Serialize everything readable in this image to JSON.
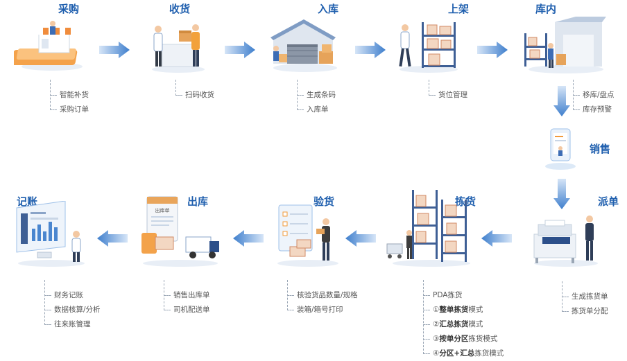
{
  "steps": {
    "purchase": {
      "title": "采购",
      "items": [
        "智能补货",
        "采购订单"
      ]
    },
    "receive": {
      "title": "收货",
      "items": [
        "扫码收货"
      ]
    },
    "inbound": {
      "title": "入库",
      "items": [
        "生成条码",
        "入库单"
      ]
    },
    "shelve": {
      "title": "上架",
      "items": [
        "货位管理"
      ]
    },
    "warehouse": {
      "title": "库内",
      "items": [
        "移库/盘点",
        "库存预警"
      ]
    },
    "sales": {
      "title": "销售"
    },
    "dispatch": {
      "title": "派单",
      "items": [
        "生成拣货单",
        "拣货单分配"
      ]
    },
    "picking": {
      "title": "拣货",
      "items": [
        "PDA拣货"
      ],
      "modes": [
        {
          "num": "①",
          "bold": "整单拣货",
          "rest": "模式"
        },
        {
          "num": "②",
          "bold": "汇总拣货",
          "rest": "模式"
        },
        {
          "num": "③",
          "bold": "按单分区",
          "rest": "拣货模式"
        },
        {
          "num": "④",
          "bold": "分区+汇总",
          "rest": "拣货模式"
        }
      ]
    },
    "inspect": {
      "title": "验货",
      "items": [
        "核验货品数量/规格",
        "装箱/箱号打印"
      ]
    },
    "outbound": {
      "title": "出库",
      "items": [
        "销售出库单",
        "司机配送单"
      ]
    },
    "accounting": {
      "title": "记账",
      "items": [
        "财务记账",
        "数据核算/分析",
        "往来账管理"
      ]
    }
  },
  "labels": {
    "outbound_sheet": "出库单"
  },
  "colors": {
    "title": "#1f5fae",
    "arrow_light": "#c9dcf3",
    "arrow_dark": "#4a86cf",
    "accent_orange": "#f29a3a"
  }
}
